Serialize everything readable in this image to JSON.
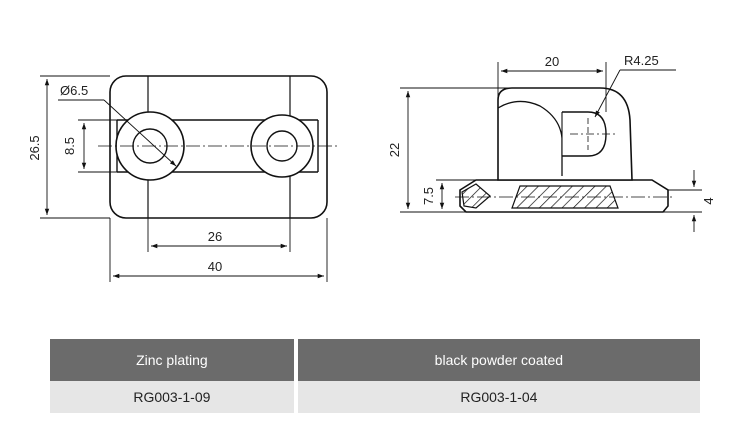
{
  "front_view": {
    "dims": {
      "hole_dia": "Ø6.5",
      "slot_height": "8.5",
      "total_height": "26.5",
      "hole_spacing": "26",
      "total_width": "40"
    }
  },
  "side_view": {
    "dims": {
      "top_width": "20",
      "radius": "R4.25",
      "total_height": "22",
      "base_height": "7.5",
      "base_thickness": "4"
    }
  },
  "table": {
    "headers": [
      "Zinc plating",
      "black powder coated"
    ],
    "values": [
      "RG003-1-09",
      "RG003-1-04"
    ]
  },
  "colors": {
    "header_bg": "#6b6b6b",
    "row_bg": "#e6e6e6",
    "line": "#111111"
  }
}
